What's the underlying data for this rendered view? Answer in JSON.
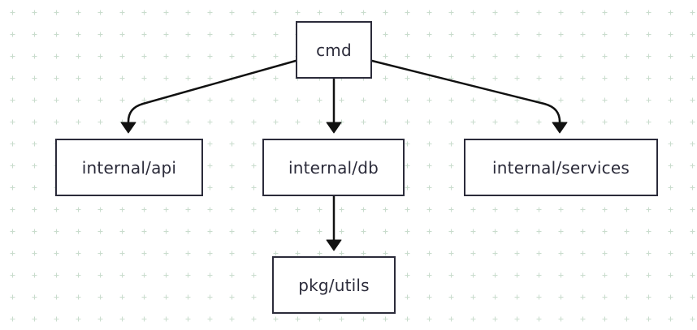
{
  "diagram": {
    "nodes": [
      {
        "id": "cmd",
        "label": "cmd"
      },
      {
        "id": "api",
        "label": "internal/api"
      },
      {
        "id": "db",
        "label": "internal/db"
      },
      {
        "id": "services",
        "label": "internal/services"
      },
      {
        "id": "utils",
        "label": "pkg/utils"
      }
    ],
    "edges": [
      {
        "from": "cmd",
        "to": "api"
      },
      {
        "from": "cmd",
        "to": "db"
      },
      {
        "from": "cmd",
        "to": "services"
      },
      {
        "from": "db",
        "to": "utils"
      }
    ],
    "colors": {
      "stroke": "#2b2b3a",
      "text": "#2b2b3a",
      "grid": "#c9dccd",
      "background": "#ffffff"
    }
  }
}
